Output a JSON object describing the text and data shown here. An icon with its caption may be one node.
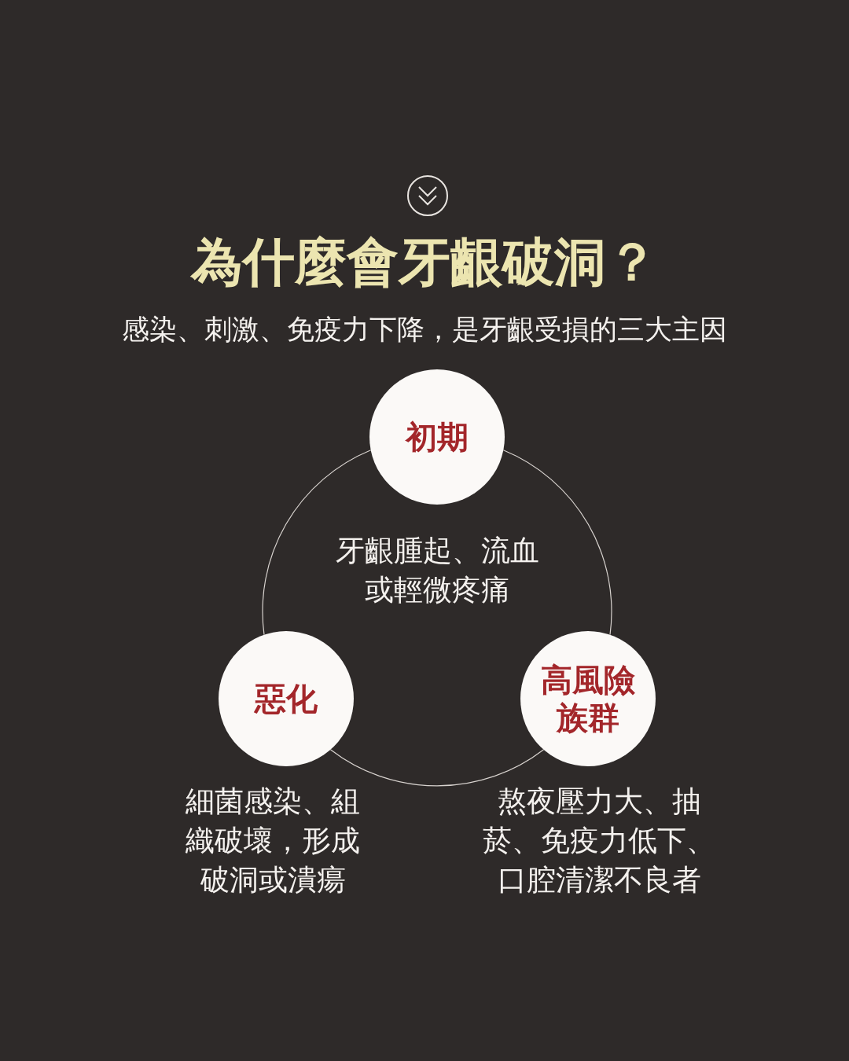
{
  "diagram": {
    "title": "為什麼會牙齦破洞？",
    "nodes": [
      {
        "text": [
          "初期"
        ],
        "beside": [
          "牙齦腫起、流血或輕微疼痛"
        ]
      },
      {
        "text": [
          "惡化"
        ],
        "beside": [
          "細菌感染、組織破壞，形成破洞或潰瘍"
        ]
      },
      {
        "text": [
          "高風險族群"
        ],
        "beside": [
          "熬夜壓力大、抽菸、免疫力低下、口腔清潔不良者"
        ]
      }
    ],
    "edges": [
      {
        "from": 0,
        "to": 2,
        "arrow": "none"
      },
      {
        "from": 2,
        "to": 1,
        "arrow": "none"
      },
      {
        "from": 1,
        "to": 0,
        "arrow": "none"
      }
    ],
    "labels": [
      "感染、刺激、免疫力下降，是牙齦受損的三大主因"
    ]
  }
}
